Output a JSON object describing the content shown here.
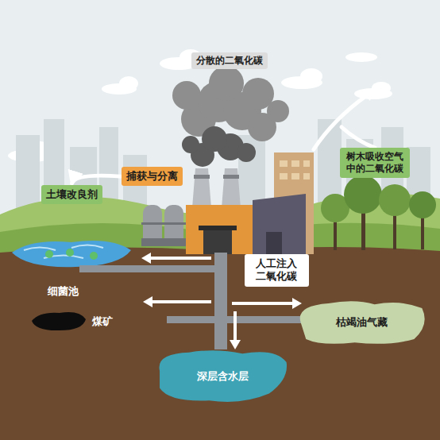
{
  "diagram": {
    "nodes": [
      {
        "text": [
          "分散的二氧化碳"
        ]
      },
      {
        "text": [
          "捕获与分离"
        ]
      },
      {
        "text": [
          "土壤改良剂"
        ]
      },
      {
        "text": [
          "树木吸收空气 中的二氧化碳"
        ]
      },
      {
        "text": [
          "人工注入 二氧化碳"
        ]
      },
      {
        "text": [
          "枯竭油气藏"
        ]
      },
      {
        "text": [
          "深层含水层"
        ]
      }
    ],
    "edges": [
      {
        "from": 1,
        "to": 2,
        "arrow": "to"
      }
    ],
    "labels": [
      "细菌池",
      "煤矿"
    ]
  }
}
